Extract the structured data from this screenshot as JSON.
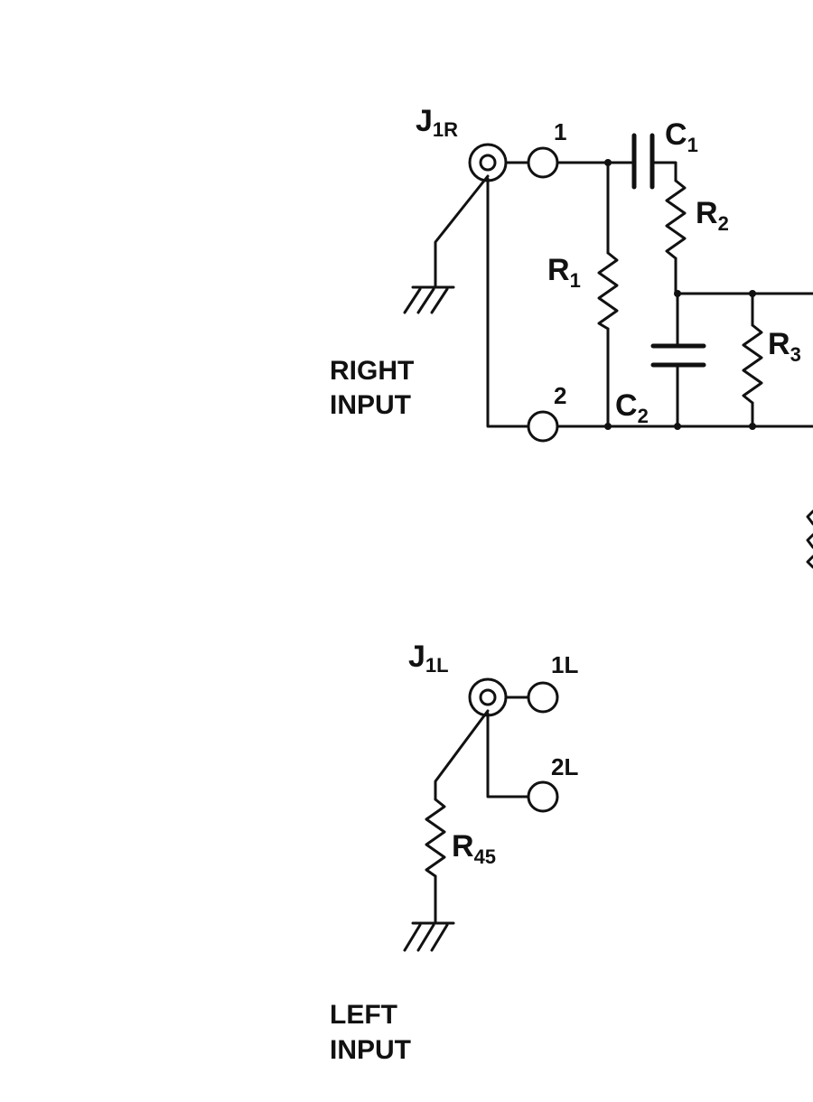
{
  "right_section": {
    "jack_label": "J",
    "jack_subscript": "1R",
    "terminal_1": "1",
    "terminal_2": "2",
    "c1": {
      "letter": "C",
      "sub": "1"
    },
    "c2": {
      "letter": "C",
      "sub": "2"
    },
    "r1": {
      "letter": "R",
      "sub": "1"
    },
    "r2": {
      "letter": "R",
      "sub": "2"
    },
    "r3": {
      "letter": "R",
      "sub": "3"
    },
    "input_label_line1": "RIGHT",
    "input_label_line2": "INPUT"
  },
  "left_section": {
    "jack_label": "J",
    "jack_subscript": "1L",
    "terminal_1": "1L",
    "terminal_2": "2L",
    "r45": {
      "letter": "R",
      "sub": "45"
    },
    "input_label_line1": "LEFT",
    "input_label_line2": "INPUT"
  }
}
